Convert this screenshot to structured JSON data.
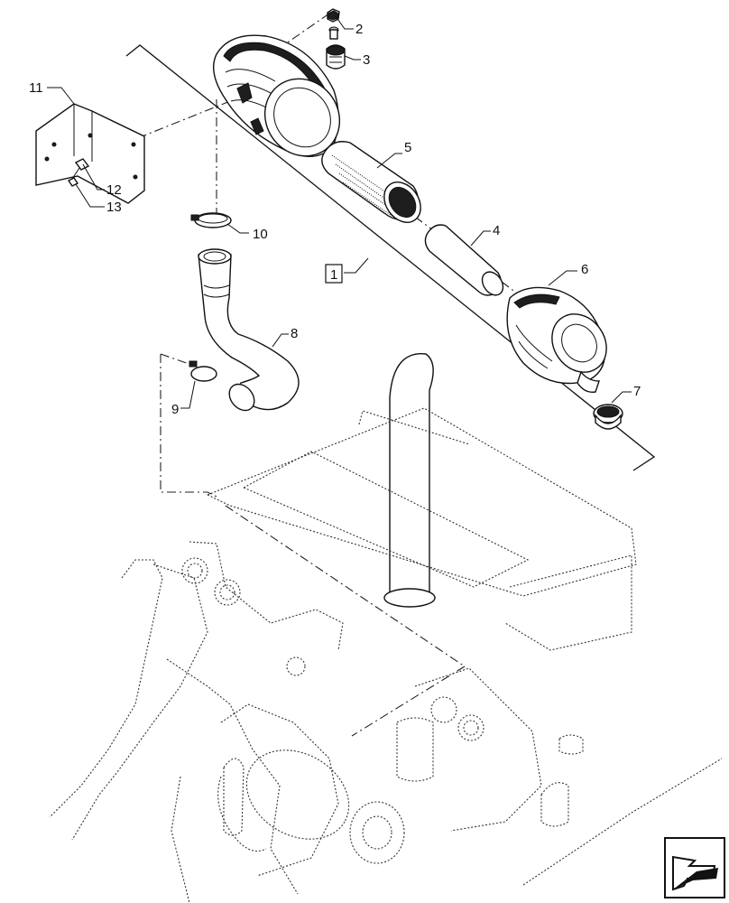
{
  "diagram": {
    "callouts": [
      {
        "id": "c1",
        "label": "1"
      },
      {
        "id": "c2",
        "label": "2"
      },
      {
        "id": "c3",
        "label": "3"
      },
      {
        "id": "c4",
        "label": "4"
      },
      {
        "id": "c5",
        "label": "5"
      },
      {
        "id": "c6",
        "label": "6"
      },
      {
        "id": "c7",
        "label": "7"
      },
      {
        "id": "c8",
        "label": "8"
      },
      {
        "id": "c9",
        "label": "9"
      },
      {
        "id": "c10",
        "label": "10"
      },
      {
        "id": "c11",
        "label": "11"
      },
      {
        "id": "c12",
        "label": "12"
      },
      {
        "id": "c13",
        "label": "13"
      }
    ],
    "nav_icon": "arrow-navigation-icon"
  }
}
